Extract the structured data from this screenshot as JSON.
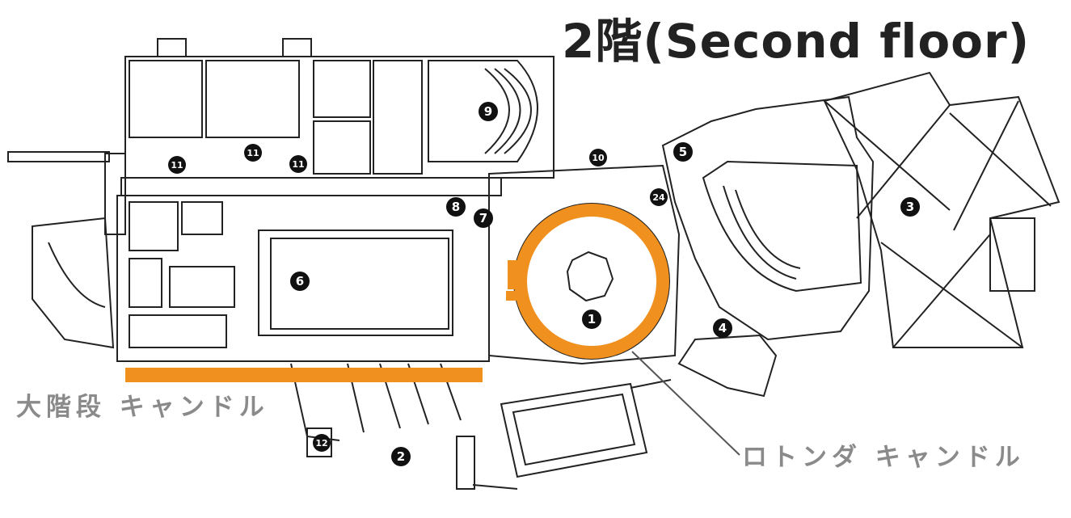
{
  "title": "2階(Second floor)",
  "labels": {
    "grand_staircase_candle": "大階段 キャンドル",
    "rotunda_candle": "ロトンダ キャンドル"
  },
  "colors": {
    "highlight": "#f0901e",
    "line": "#222222",
    "label_gray": "#8a8a8a"
  },
  "markers": [
    "1",
    "2",
    "3",
    "4",
    "5",
    "6",
    "7",
    "8",
    "9",
    "10",
    "11",
    "11",
    "11",
    "12",
    "24"
  ]
}
